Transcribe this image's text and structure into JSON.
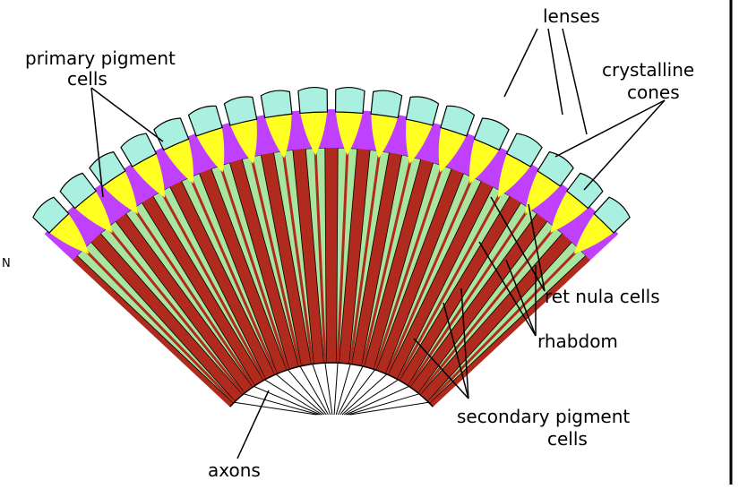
{
  "labels": {
    "lenses": "lenses",
    "primary_pigment_line1": "primary pigment",
    "primary_pigment_line2": "cells",
    "crystalline_line1": "crystalline",
    "crystalline_line2": "cones",
    "retinula": "ret nula cells",
    "rhabdom": "rhabdom",
    "secondary_line1": "secondary pigment",
    "secondary_line2": "cells",
    "axons": "axons",
    "edge_fragment": "N"
  },
  "colors": {
    "lens": "#aaf0e0",
    "crystalline_cone": "#ffff22",
    "primary_pigment": "#c040ff",
    "secondary_pigment": "#b02a1e",
    "retinula": "#a8e6a0",
    "line": "#000000",
    "frame": "#000000"
  },
  "diagram": {
    "ommatidia_count": 18
  }
}
